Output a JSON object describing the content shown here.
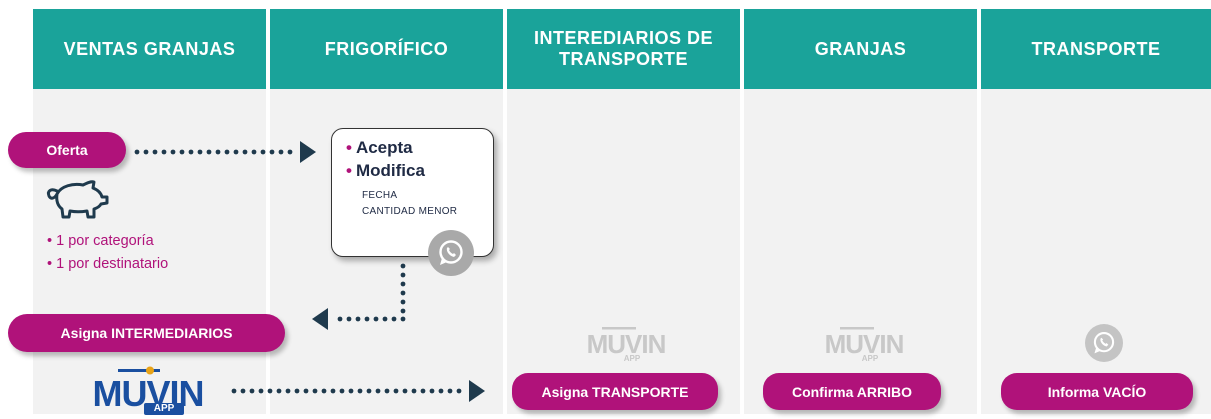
{
  "columns": [
    {
      "title": "VENTAS GRANJAS"
    },
    {
      "title": "FRIGORÍFICO"
    },
    {
      "title": "INTEREDIARIOS DE TRANSPORTE"
    },
    {
      "title": "GRANJAS"
    },
    {
      "title": "TRANSPORTE"
    }
  ],
  "oferta_label": "Oferta",
  "pig_icon": "pig-icon",
  "bullets": [
    "• 1 por categoría",
    "• 1 por destinatario"
  ],
  "card": {
    "item1": "Acepta",
    "item2": "Modifica",
    "sub1": "FECHA",
    "sub2": "CANTIDAD MENOR",
    "icon": "whatsapp-icon"
  },
  "asigna_intermediarios_label": "Asigna INTERMEDIARIOS",
  "logo": {
    "word": "MUVIN",
    "sub": "APP"
  },
  "asigna_transporte_label": "Asigna TRANSPORTE",
  "confirma_arribo_label": "Confirma ARRIBO",
  "informa_vacio_label": "Informa VACÍO",
  "colors": {
    "header": "#1aa39a",
    "pill": "#b0127a",
    "column_bg": "#f2f2f2",
    "arrow": "#1f3a4d",
    "logo_blue": "#1a4fa0",
    "logo_grey": "#c8c8c8"
  }
}
